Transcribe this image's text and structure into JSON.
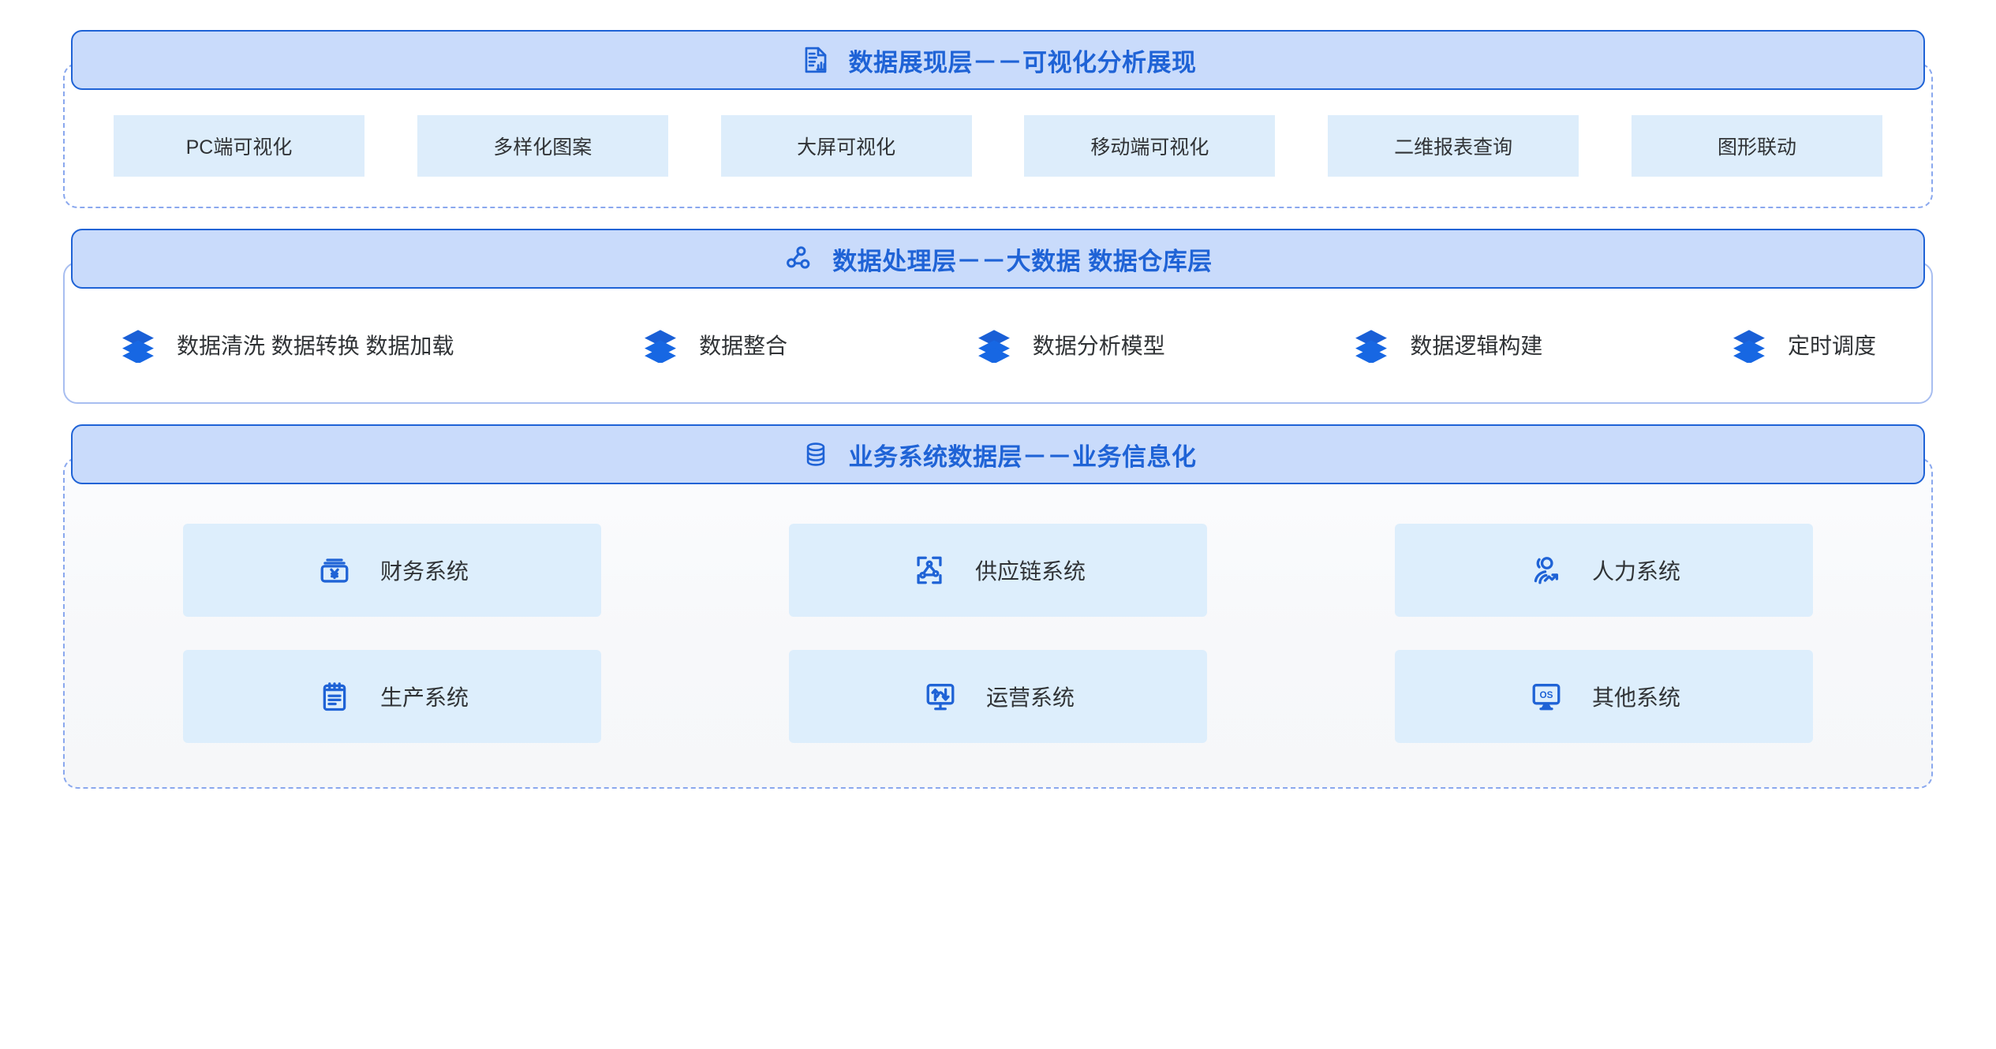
{
  "layers": [
    {
      "id": "presentation",
      "icon": "report-chart-icon",
      "title": "数据展现层－－可视化分析展现",
      "chips": [
        {
          "label": "PC端可视化"
        },
        {
          "label": "多样化图案"
        },
        {
          "label": "大屏可视化"
        },
        {
          "label": "移动端可视化"
        },
        {
          "label": "二维报表查询"
        },
        {
          "label": "图形联动"
        }
      ]
    },
    {
      "id": "processing",
      "icon": "node-share-icon",
      "title": "数据处理层－－大数据 数据仓库层",
      "items": [
        {
          "icon": "layers-icon",
          "label": "数据清洗 数据转换 数据加载"
        },
        {
          "icon": "layers-icon",
          "label": "数据整合"
        },
        {
          "icon": "layers-icon",
          "label": "数据分析模型"
        },
        {
          "icon": "layers-icon",
          "label": "数据逻辑构建"
        },
        {
          "icon": "layers-icon",
          "label": "定时调度"
        }
      ]
    },
    {
      "id": "business",
      "icon": "database-icon",
      "title": "业务系统数据层－－业务信息化",
      "cards": [
        [
          {
            "icon": "money-box-icon",
            "label": "财务系统"
          },
          {
            "icon": "supply-chain-node-icon",
            "label": "供应链系统"
          },
          {
            "icon": "people-trend-icon",
            "label": "人力系统"
          }
        ],
        [
          {
            "icon": "clipboard-icon",
            "label": "生产系统"
          },
          {
            "icon": "monitor-trend-icon",
            "label": "运营系统"
          },
          {
            "icon": "monitor-os-icon",
            "label": "其他系统"
          }
        ]
      ]
    }
  ],
  "colors": {
    "header_fill": "#c9dbfb",
    "header_border": "#1f63d6",
    "header_text": "#1f63d6",
    "chip_fill": "#ddedfb",
    "card_fill": "#ddeefc",
    "icon_blue": "#1f63d6",
    "accent_blue": "#1a6ae0",
    "body_text": "#303336",
    "dashed_border": "#8aa8ee",
    "solid_border": "#a8bef0"
  }
}
